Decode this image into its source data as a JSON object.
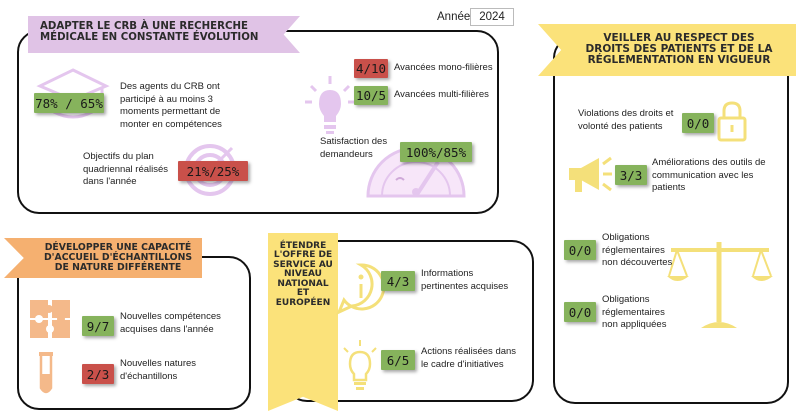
{
  "year": {
    "label": "Année",
    "value": "2024"
  },
  "colors": {
    "purple": "#e0c3e6",
    "yellow": "#fbe27a",
    "orange": "#f5b070",
    "green": "#86b35c",
    "red": "#c9504a",
    "icon_purple": "#e4c6ee",
    "icon_orange": "#f4b98a",
    "icon_yellow": "#f4e07a"
  },
  "s1": {
    "title": "ADAPTER LE CRB À UNE RECHERCHE MÉDICALE EN CONSTANTE ÉVOLUTION",
    "items": [
      {
        "value": "78% / 65%",
        "status": "green",
        "text": "Des agents du CRB ont participé à au moins 3 moments permettant de monter en compétences",
        "icon": "graduation-cap-icon"
      },
      {
        "value": "21%/25%",
        "status": "red",
        "text": "Objectifs du plan quadriennal réalisés dans l'année",
        "icon": "target-icon"
      },
      {
        "value": "4/10",
        "status": "red",
        "text": "Avancées mono-filières",
        "icon": "lightbulb-icon"
      },
      {
        "value": "10/5",
        "status": "green",
        "text": "Avancées multi-filières",
        "icon": "lightbulb-icon"
      },
      {
        "value": "100%/85%",
        "status": "green",
        "text": "Satisfaction des demandeurs",
        "icon": "gauge-icon"
      }
    ]
  },
  "s2": {
    "title": "VEILLER AU RESPECT DES DROITS DES PATIENTS ET DE LA RÉGLEMENTATION EN VIGUEUR",
    "items": [
      {
        "value": "0/0",
        "status": "green",
        "text": "Violations des droits et volonté des patients",
        "icon": "padlock-icon"
      },
      {
        "value": "3/3",
        "status": "green",
        "text": "Améliorations des outils de communication avec les patients",
        "icon": "megaphone-icon"
      },
      {
        "value": "0/0",
        "status": "green",
        "text": "Obligations réglementaires non découvertes",
        "icon": "scales-icon"
      },
      {
        "value": "0/0",
        "status": "green",
        "text": "Obligations réglementaires non appliquées",
        "icon": "scales-icon"
      }
    ]
  },
  "s3": {
    "title": "DÉVELOPPER UNE CAPACITÉ D'ACCUEIL D'ÉCHANTILLONS DE NATURE DIFFÉRENTE",
    "items": [
      {
        "value": "9/7",
        "status": "green",
        "text": "Nouvelles compétences acquises dans l'année",
        "icon": "puzzle-icon"
      },
      {
        "value": "2/3",
        "status": "red",
        "text": "Nouvelles natures d'échantillons",
        "icon": "test-tube-icon"
      }
    ]
  },
  "s4": {
    "title": "ÉTENDRE L'OFFRE DE SERVICE AU NIVEAU NATIONAL ET EUROPÉEN",
    "items": [
      {
        "value": "4/3",
        "status": "green",
        "text": "Informations pertinentes acquises",
        "icon": "info-icon"
      },
      {
        "value": "6/5",
        "status": "green",
        "text": "Actions réalisées dans le cadre d'initiatives",
        "icon": "lightbulb-icon"
      }
    ]
  }
}
